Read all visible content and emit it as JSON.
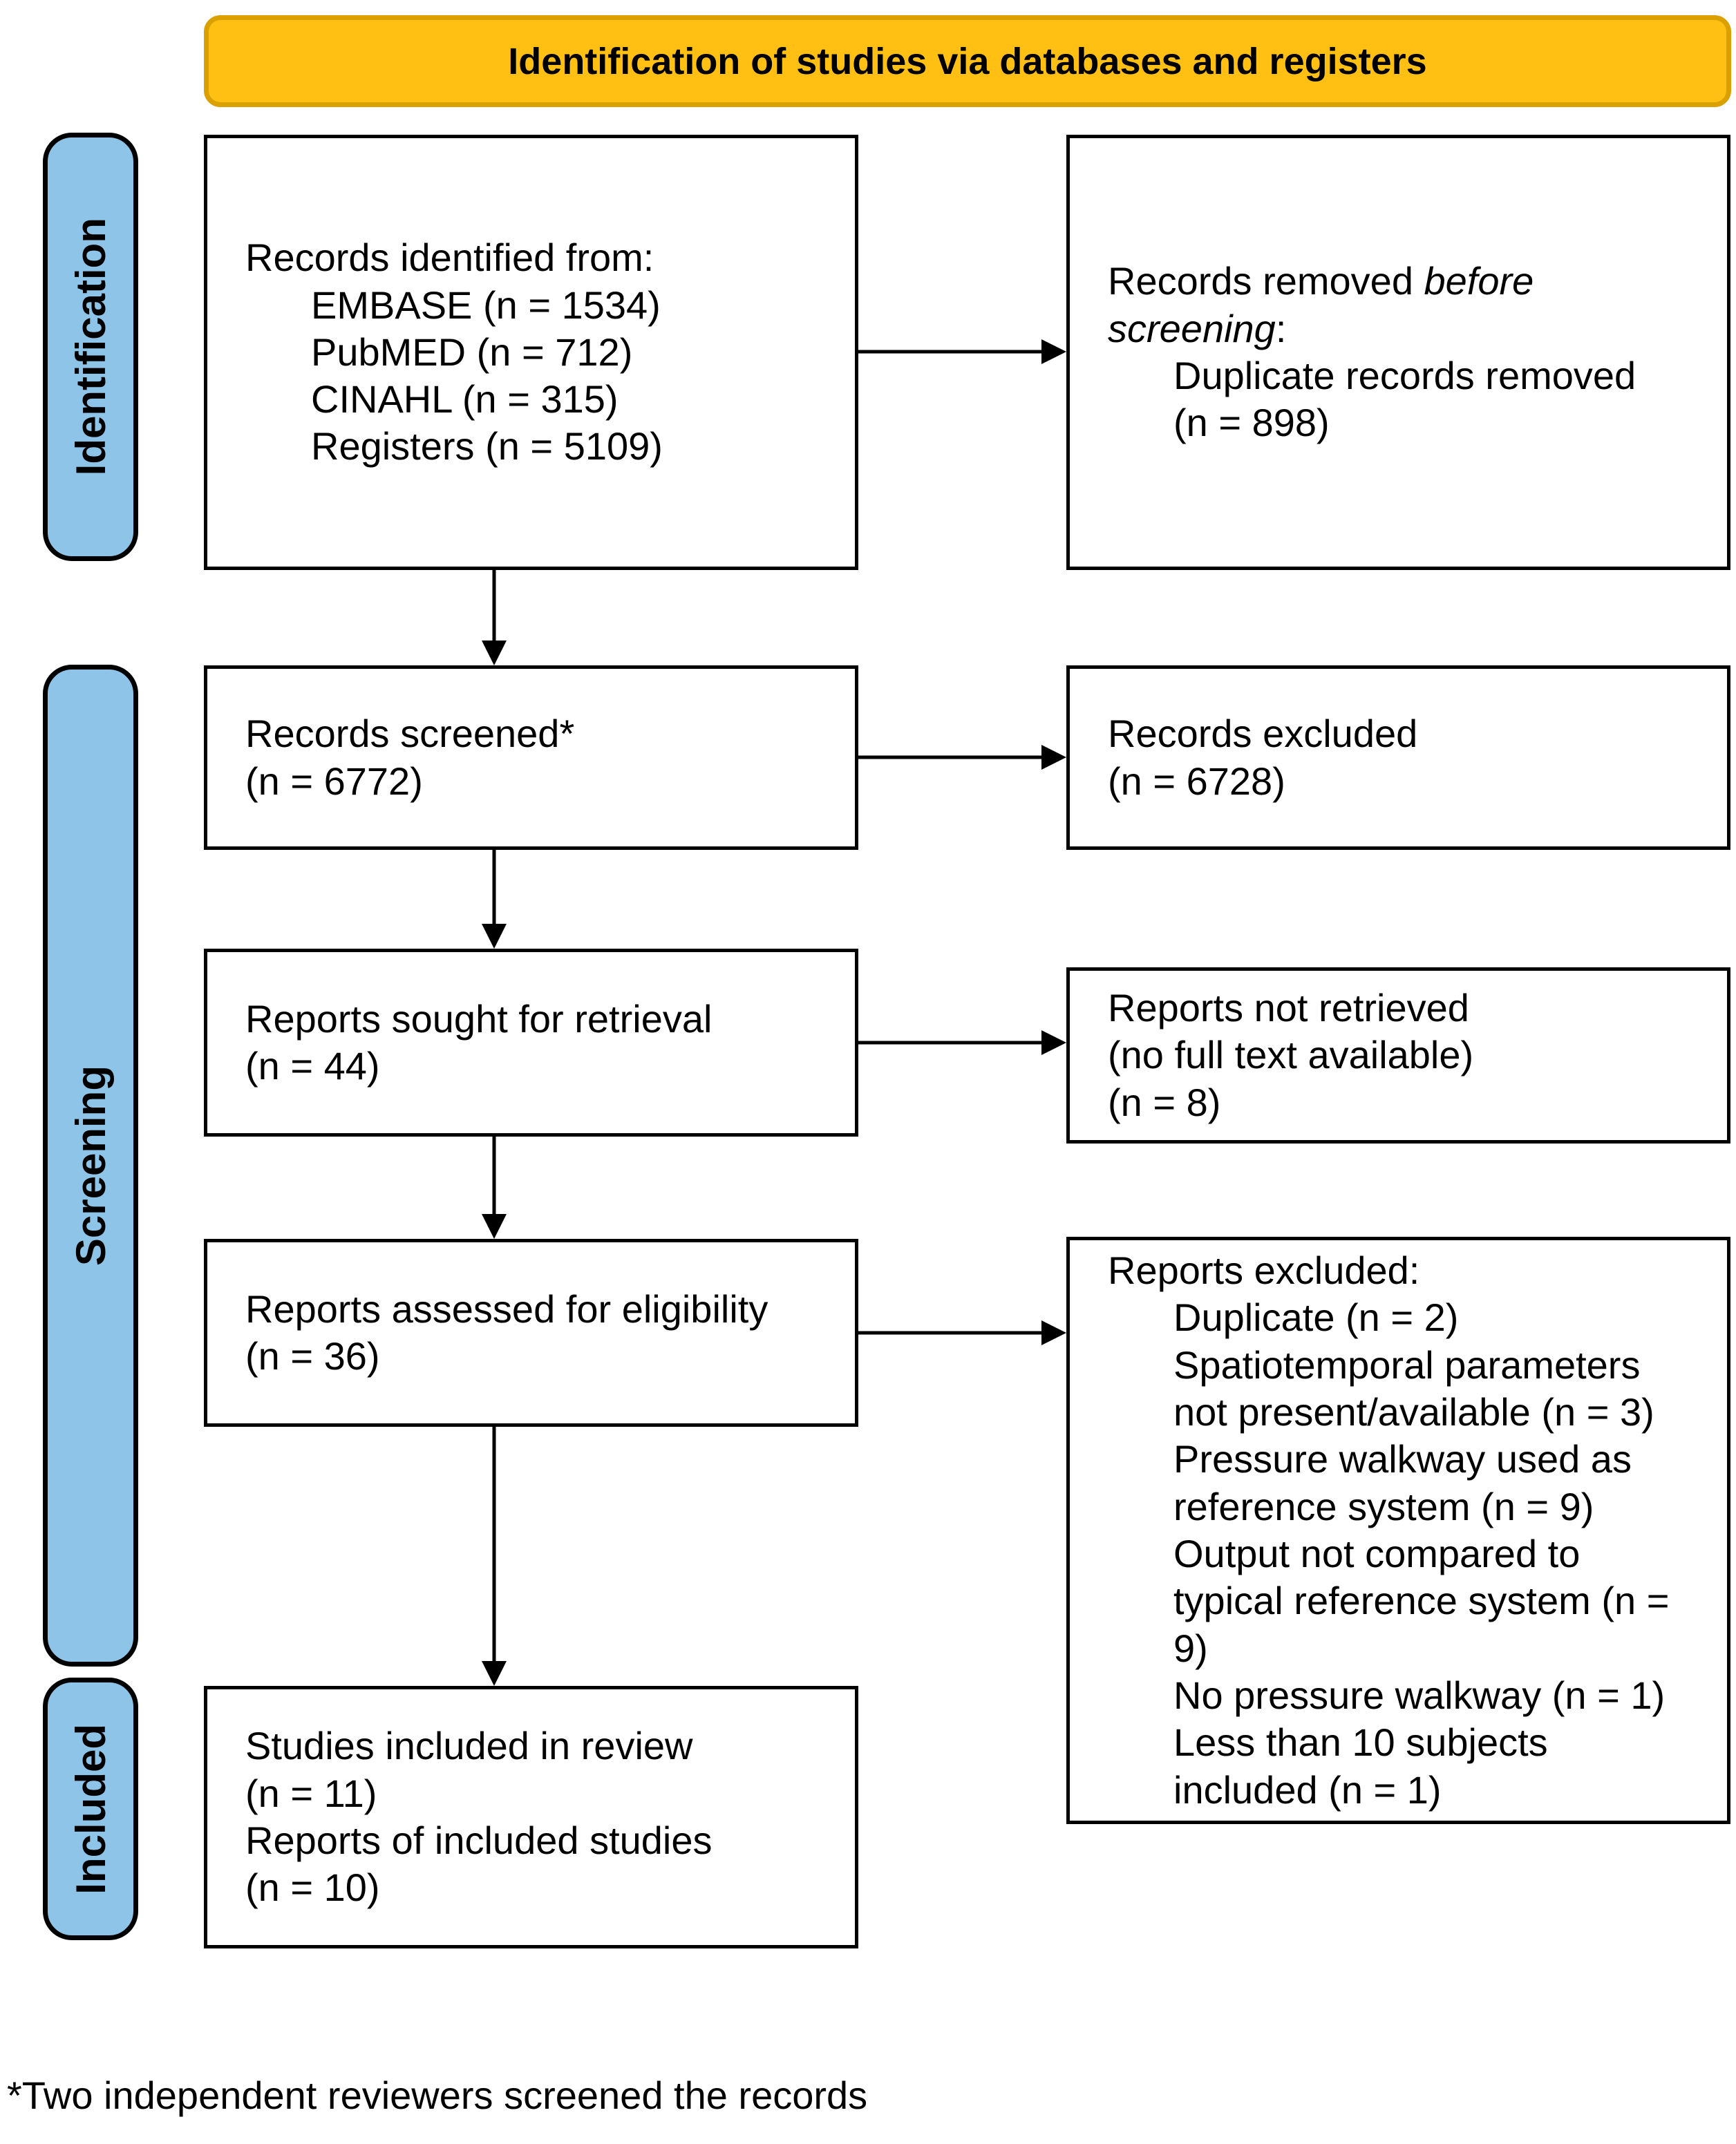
{
  "banner": {
    "title": "Identification of studies via databases and registers"
  },
  "stages": {
    "identification": "Identification",
    "screening": "Screening",
    "included": "Included"
  },
  "boxes": {
    "records_identified": {
      "intro": "Records identified from:",
      "items": [
        "EMBASE (n = 1534)",
        "PubMED (n = 712)",
        "CINAHL (n = 315)",
        "Registers (n = 5109)"
      ]
    },
    "records_removed": {
      "line1_normal": "Records removed ",
      "line1_italic": "before",
      "line2_italic": "screening",
      "line2_normal": ":",
      "items": [
        "Duplicate records removed",
        "(n = 898)"
      ]
    },
    "records_screened": {
      "lines": [
        "Records screened*",
        "(n = 6772)"
      ]
    },
    "records_excluded": {
      "lines": [
        "Records excluded",
        "(n = 6728)"
      ]
    },
    "reports_sought": {
      "lines": [
        "Reports sought for retrieval",
        "(n = 44)"
      ]
    },
    "reports_not_retrieved": {
      "lines": [
        "Reports not retrieved",
        "(no full text available)",
        "(n = 8)"
      ]
    },
    "reports_assessed": {
      "lines": [
        "Reports assessed for eligibility",
        "(n = 36)"
      ]
    },
    "reports_excluded": {
      "intro": "Reports excluded:",
      "items": [
        "Duplicate (n = 2)",
        "Spatiotemporal parameters",
        "not present/available (n = 3)",
        "Pressure walkway used as",
        "reference system (n = 9)",
        "Output not compared to",
        "typical reference system (n =",
        "9)",
        "No pressure walkway (n = 1)",
        "Less than 10 subjects",
        "included (n = 1)"
      ]
    },
    "studies_included": {
      "lines": [
        "Studies included in review",
        "(n = 11)",
        "Reports of included studies",
        "(n = 10)"
      ]
    }
  },
  "footnote": "*Two independent reviewers screened the records",
  "colors": {
    "banner_fill": "#FFC013",
    "banner_border": "#D9A000",
    "stage_fill": "#8EC4E8",
    "line_color": "#000000"
  }
}
